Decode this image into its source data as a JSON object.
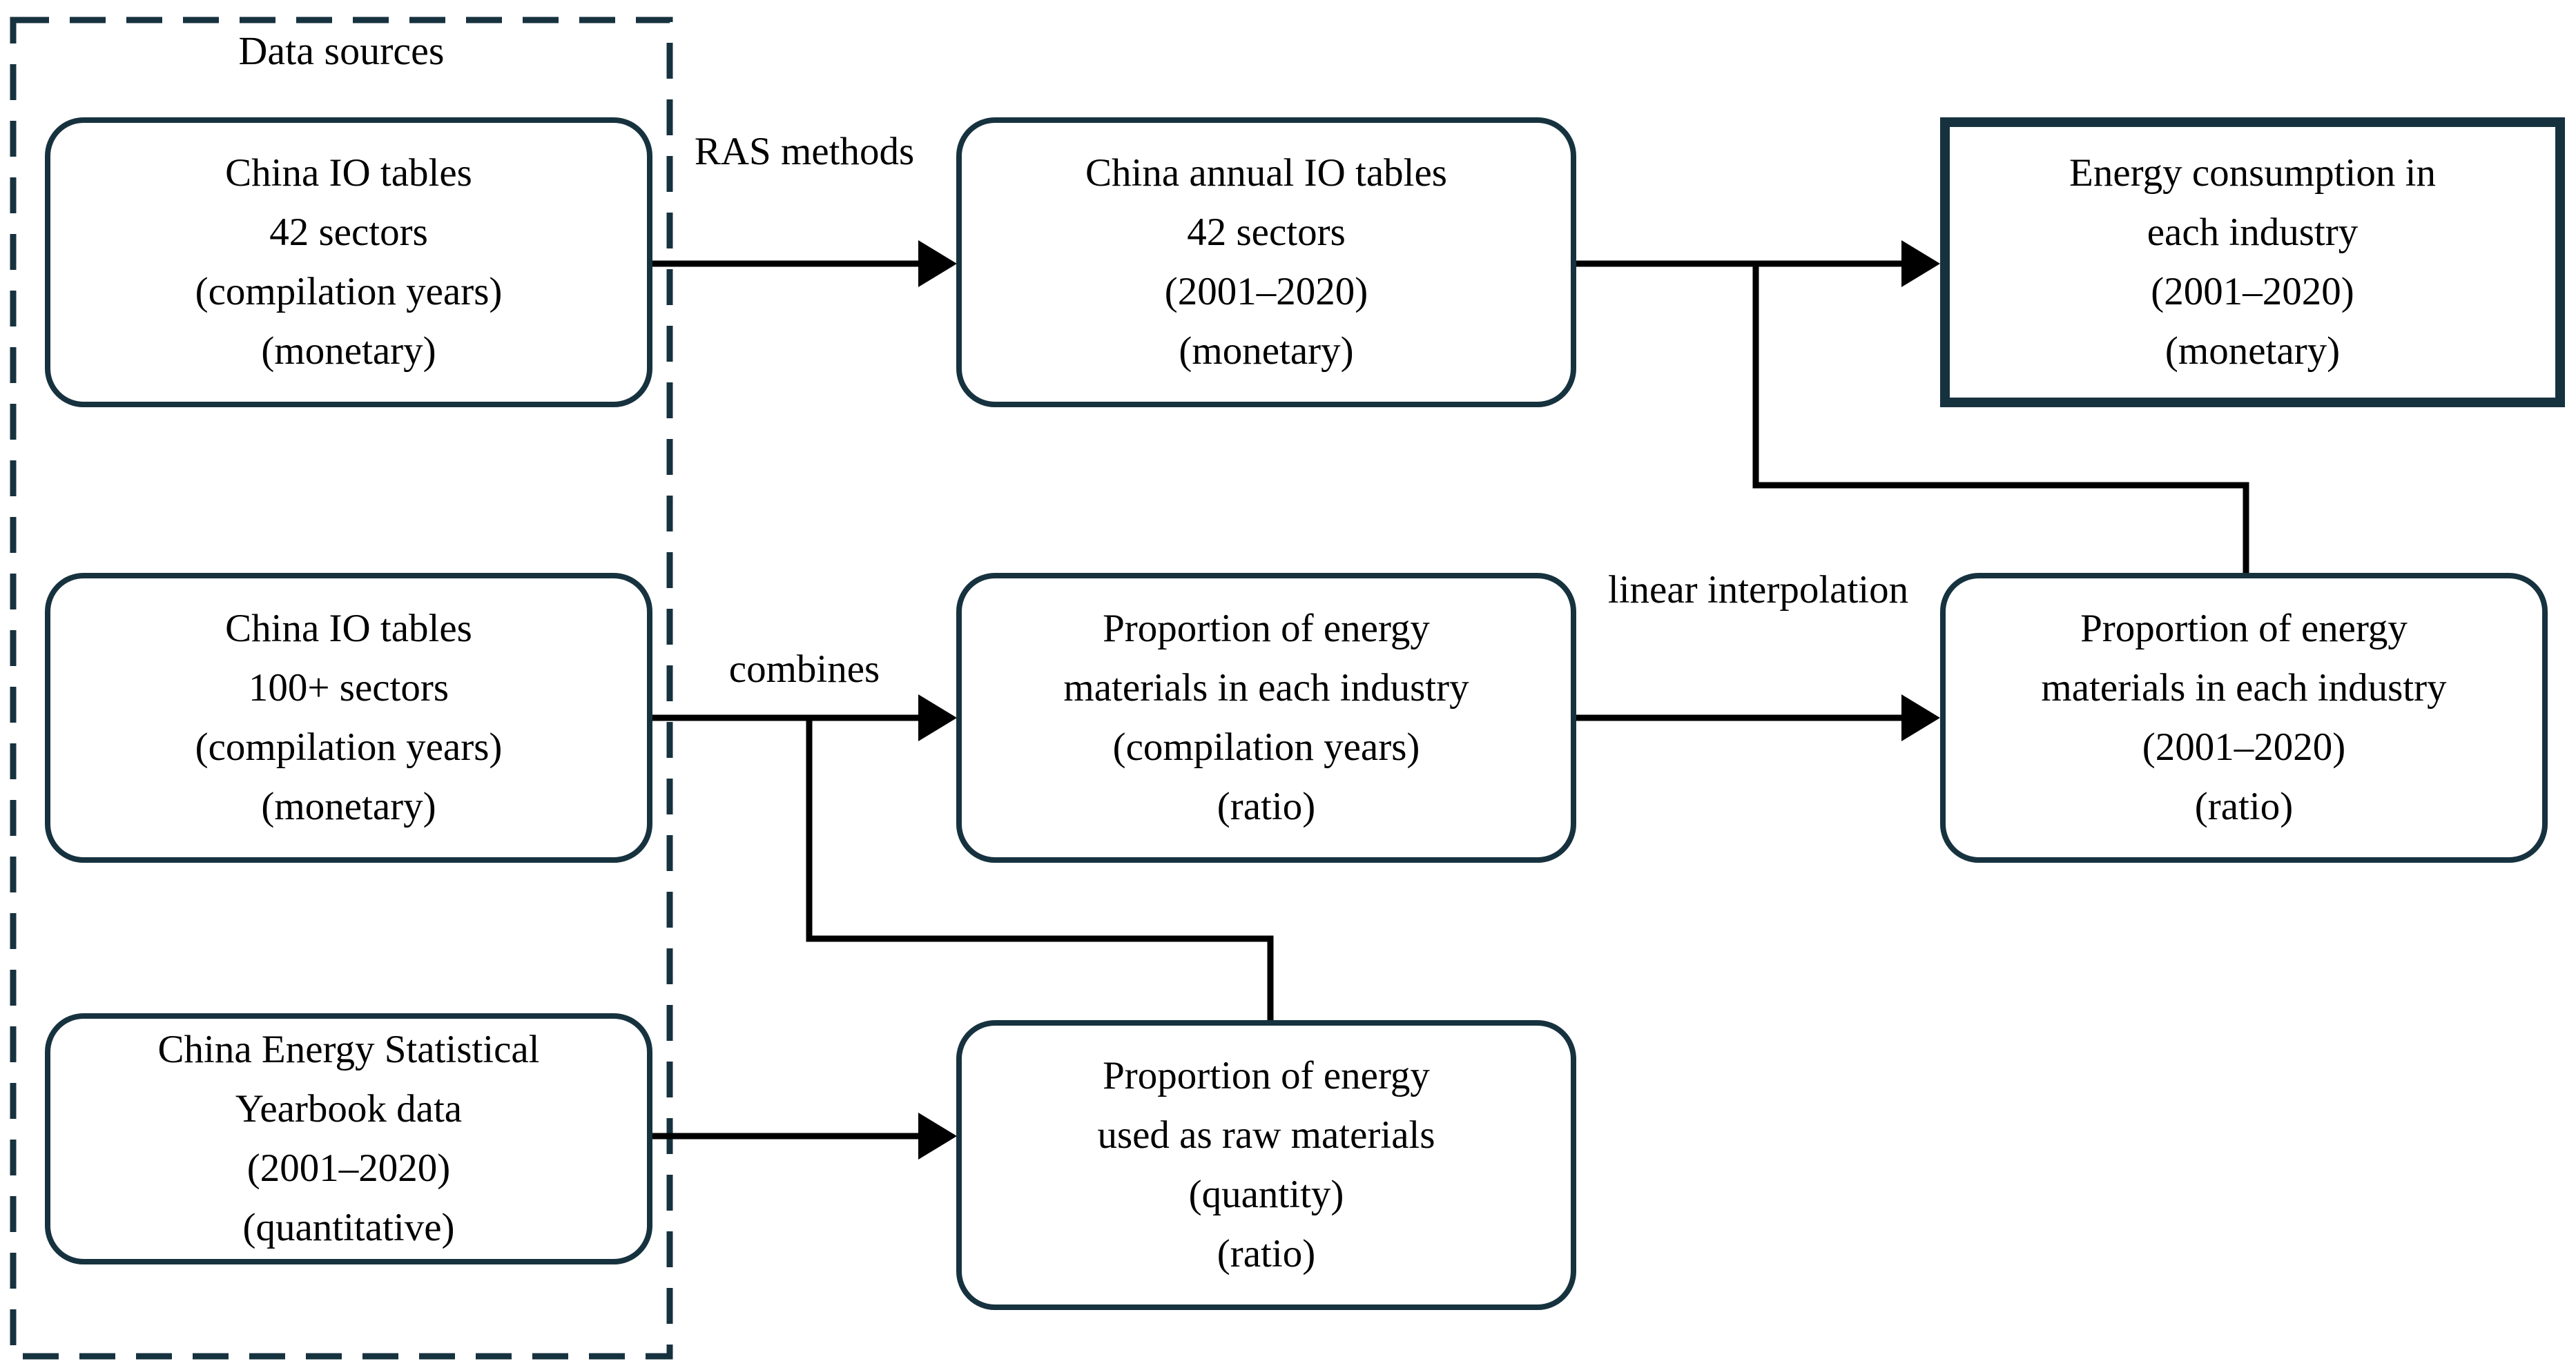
{
  "figure": {
    "colors": {
      "background": "#ffffff",
      "box_border": "#17323f",
      "connector": "#000000",
      "text": "#000000"
    },
    "group": {
      "label": "Data sources"
    },
    "nodes": [
      {
        "name": "china-io-tables-42-sectors",
        "lines": [
          "China IO tables",
          "42 sectors",
          "(compilation years)",
          "(monetary)"
        ]
      },
      {
        "name": "china-io-tables-100plus-sectors",
        "lines": [
          "China IO tables",
          "100+ sectors",
          "(compilation years)",
          "(monetary)"
        ]
      },
      {
        "name": "china-energy-statistical-yearbook",
        "lines": [
          "China Energy Statistical",
          "Yearbook data",
          "(2001–2020)",
          "(quantitative)"
        ]
      },
      {
        "name": "china-annual-io-tables",
        "lines": [
          "China annual IO tables",
          "42 sectors",
          "(2001–2020)",
          "(monetary)"
        ]
      },
      {
        "name": "proportion-energy-materials-compilation-years",
        "lines": [
          "Proportion of energy",
          "materials in each industry",
          "(compilation years)",
          "(ratio)"
        ]
      },
      {
        "name": "proportion-energy-used-as-raw-materials",
        "lines": [
          "Proportion of energy",
          "used as raw materials",
          "(quantity)",
          "(ratio)"
        ]
      },
      {
        "name": "energy-consumption-each-industry",
        "lines": [
          "Energy consumption in",
          "each industry",
          "(2001–2020)",
          "(monetary)"
        ]
      },
      {
        "name": "proportion-energy-materials-2001-2020",
        "lines": [
          "Proportion of energy",
          "materials in each industry",
          "(2001–2020)",
          "(ratio)"
        ]
      }
    ],
    "edge_labels": [
      {
        "name": "ras-methods",
        "lines": [
          "RAS",
          "methods"
        ]
      },
      {
        "name": "combines",
        "lines": [
          "combines"
        ]
      },
      {
        "name": "linear-interpolation",
        "lines": [
          "linear",
          "interpolation"
        ]
      }
    ]
  }
}
